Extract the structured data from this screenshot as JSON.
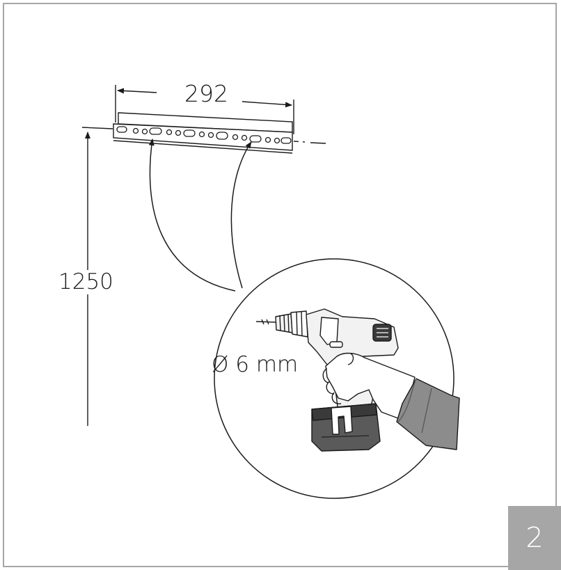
{
  "dimensions": {
    "width": "292",
    "height": "1250",
    "drill_bit": "Ø 6 mm"
  },
  "step_number": "2",
  "colors": {
    "frame": "#a6a6a6",
    "step_badge": "#a6a6a6",
    "sleeve": "#8c8c8c",
    "battery": "#5a5a5a",
    "drill_dark": "#3a3a3a",
    "drill_body": "#f2f2f2"
  }
}
